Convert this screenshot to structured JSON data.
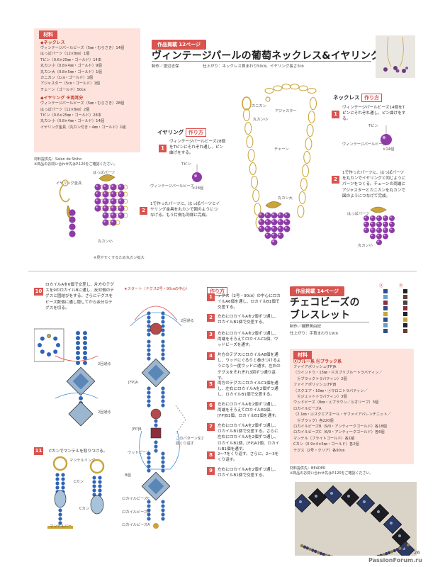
{
  "top_materials": {
    "tag": "材料",
    "necklace_head": "◆ネックレス",
    "necklace_lines": [
      "ヴィンテージパールビーズ（5㎜・むらさき）14個",
      "はっぱパーツ（12×8㎜）1個",
      "Tピン（0.6×25㎜・ゴールド）14本",
      "丸カン小（0.8×4㎜・ゴールド）9個",
      "丸カン大（0.8×5㎜・ゴールド）1個",
      "カニカン（1㎝・ゴールド）1個",
      "アジャスター（5㎝・ゴールド）1個",
      "チェーン（ゴールド）50㎝"
    ],
    "earring_head": "◆イヤリング ※両耳分",
    "earring_lines": [
      "ヴィンテージパールビーズ（5㎜・むらさき）28個",
      "はっぱパーツ（12×8㎜）2個",
      "Tピン（0.6×25㎜・ゴールド）28本",
      "丸カン小（0.8×4㎜・ゴールド）14個",
      "イヤリング金具（丸カン付き・4㎜・ゴールド）1組"
    ],
    "provider": "材料提供先：Salon de Shiho",
    "provider_note": "※商品のお問い合わせ先はP.120をご確認ください。"
  },
  "article1": {
    "pill": "作品掲載 12ページ",
    "title": "ヴィンテージパールの葡萄ネックレス&イヤリング",
    "credit": "制作／渡辺志保",
    "size": "仕上がり：ネックレス首まわり50㎝、イヤリング長さ3㎝"
  },
  "earring": {
    "head": "イヤリング",
    "howto": "作り方",
    "step1": "ヴィンテージパールビーズ28個をTピンにそれぞれ通し、ピン曲げをする。",
    "step2": "1で作ったパーツに、はっぱパーツとイヤリング金具を丸カンで図のようにつなげる。もう片側も同様に完成。",
    "lbl_tpin": "Tピン",
    "lbl_bead": "ヴィンテージパールビーズ",
    "lbl_x28": "×28個",
    "lbl_parts": "はっぱパーツ",
    "lbl_fitting": "イヤリング金具",
    "lbl_ring": "丸カン小",
    "lbl_note": "※見やすくするため丸カン拡大"
  },
  "necklace": {
    "head": "ネックレス",
    "howto": "作り方",
    "step1": "ヴィンテージパールビーズ14個をTピンにそれぞれ通し、ピン曲げをする。",
    "step2": "1で作ったパーツに、はっぱパーツを丸カンでイヤリングと同じようにパーツをつくる。チェーンの両端にアジャスターとカニカンを丸カンで図のようにつなげて完成。",
    "lbl_kani": "カニカン",
    "lbl_ring_s": "丸カン小",
    "lbl_adj": "アジャスター",
    "lbl_chain": "チェーン",
    "lbl_ring_l": "丸カン大",
    "lbl_tpin": "Tピン",
    "lbl_bead": "ヴィンテージパールビーズ",
    "lbl_x14": "×14個",
    "lbl_parts": "はっぱパーツ",
    "lbl_ring_s2": "丸カン小"
  },
  "lower_left": {
    "step10_num": "10",
    "step10": "ロカイルAを6個で交差し、片方のテグスを9のロカイルBに通し、反対側のテグスと固結びをする。さらにテグスをビーズ数個に通し隠してから余分なテグスを切る。",
    "step11_num": "11",
    "step11": "Cカンでマンテルを取りつける。",
    "lbl_mantel_ring": "マンテルリング",
    "lbl_ccan": "Cカン",
    "lbl_ccan2": "Cカン",
    "lbl_mantel_bar": "マンテルバー",
    "lbl_2times_a": "2回通る",
    "lbl_2times_b": "2回通る"
  },
  "diagram": {
    "start": "★スタート（テグス2号・90㎝の中心）",
    "fpA": "[FP]A",
    "fpB": "[FP]B",
    "lbl_2times": "2回通る",
    "lbl_repeat": "このパターンを2回くり返す",
    "lbl_wood": "ウッドビーズ",
    "lbl_B": "B個",
    "lbl_rocC": "ロカイルビーズC",
    "lbl_rocB": "ロカイルビーズB",
    "lbl_rocA": "ロカイルビーズA"
  },
  "bracelet_steps": {
    "howto": "作り方",
    "steps": [
      {
        "n": "1",
        "t": "テグス（2号・90㎝）の中心にロカイルA6個を通し、ロカイルB1個で交差する。"
      },
      {
        "n": "2",
        "t": "左右にロカイルAを2個ずつ通し、ロカイルB1個で交差する。"
      },
      {
        "n": "3",
        "t": "左右にロカイルAを2個ずつ通し、両端をそろえてロカイルC1個、ウッドビーズを通す。"
      },
      {
        "n": "4",
        "t": "片方のテグスにロカイルA8個を通し、ウッドにぐるりと巻きつけるようにもう一度ウッドに通す。左右のテグスをそれぞれ3回ずつ通り返す。"
      },
      {
        "n": "5",
        "t": "両方のテグスにロカイルC1個を通し、左右にロカイルAを2個ずつ通し、ロカイルB1個で交差する。"
      },
      {
        "n": "6",
        "t": "左右にロカイルAを2個ずつ通し、両端をそろえてロカイルB1個、[FP]B1個、ロカイルB1個を通す。"
      },
      {
        "n": "7",
        "t": "左右にロカイルAを2個ずつ通し、ロカイルB1個で交差する。さらに左右にロカイルAを2個ずつ通し、ロカイルB1個、[FP]A1個、ロカイルB1個を通す。"
      },
      {
        "n": "8",
        "t": "2〜7をくり返す。さらに、2〜3をくり返す。"
      },
      {
        "n": "9",
        "t": "左右にロカイルAを2個ずつ通し、ロカイルB1個で交差する。"
      }
    ]
  },
  "article2": {
    "pill": "作品掲載 14ページ",
    "title1": "チェコビーズの",
    "title2": "ブレスレット",
    "credit": "制作／磯野美由紀",
    "size": "仕上がり：手首まわり19㎝",
    "thumb_a": "ⓐ",
    "thumb_b": "ⓑ"
  },
  "bracelet_materials": {
    "tag": "材料",
    "head": "ⓐブルー系 ⓑブラック系",
    "lines": [
      "ファイアポリッシュ[FP]A",
      "（ウインドウ・15㎜・ⓐカプリブルートラバティン／",
      "　ⓑブラックトラバティン）2個",
      "ファイアポリッシュ[FP]B",
      "（スクエア・10㎜・ⓐマロニトラバティン／",
      "　ⓑジェットトラバティン）3個",
      "ウッドビーズ（8㎜・ⓐブラウン／ⓑオリーブ）3個",
      "ロカイルビーズA",
      "（2.1㎜・ⓐスクエアホール・サファイアバレンチニット／",
      "　ⓑブラック）各220個",
      "ロカイルビーズB（9/0・アンティークゴールド）各18個",
      "ロカイルビーズC（6/0・アンティークゴールド）各6個",
      "マンテル（ブライトゴールド）各1組",
      "Cカン（0.9×4×5㎜・ゴールド）各2個",
      "テグス（2号・クリア）各90㎝"
    ],
    "provider": "材料提供先：BEADER",
    "provider_note": "※商品のお問い合わせ先はP.120をご確認ください。"
  },
  "footer": {
    "page": "26",
    "watermark": "PassionForum.ru"
  }
}
